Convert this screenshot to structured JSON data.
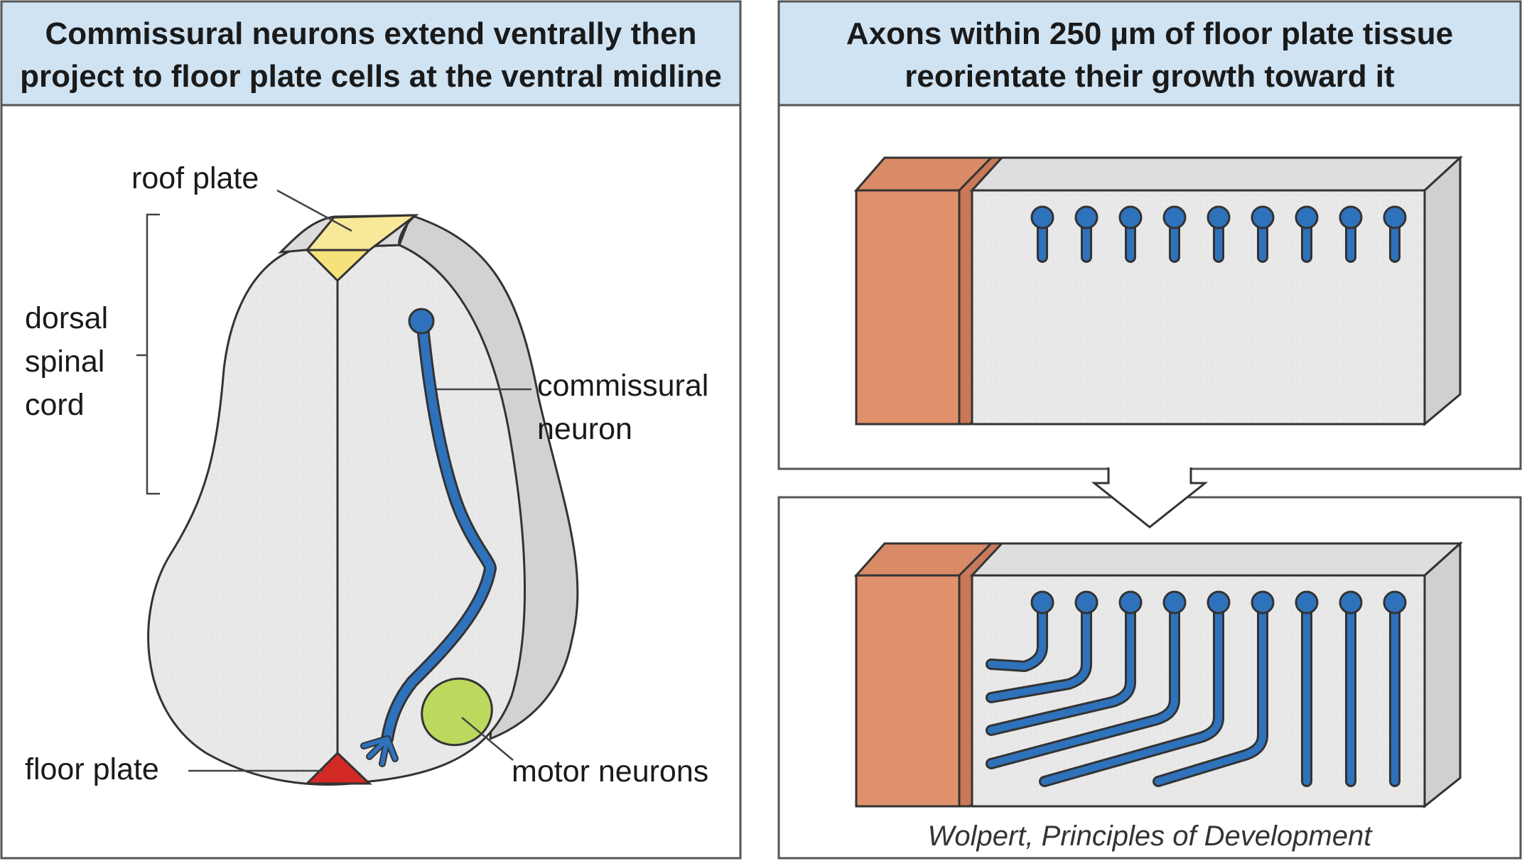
{
  "left_panel": {
    "title_line1": "Commissural neurons extend ventrally then",
    "title_line2": "project to floor plate cells at the ventral midline",
    "labels": {
      "roof_plate": "roof plate",
      "dorsal_line1": "dorsal",
      "dorsal_line2": "spinal",
      "dorsal_line3": "cord",
      "commissural_line1": "commissural",
      "commissural_line2": "neuron",
      "floor_plate": "floor plate",
      "motor_neurons": "motor neurons"
    }
  },
  "right_panel": {
    "title_line1": "Axons within 250 µm of floor plate tissue",
    "title_line2": "reorientate their growth toward it",
    "caption": "Wolpert, Principles of Development"
  },
  "colors": {
    "header_bg": "#cfe3f3",
    "tissue_gray": "#e6e6e6",
    "side_gray": "#d2d2d2",
    "floor_plate_tissue": "#e0916c",
    "roof_plate": "#f6e27a",
    "floor_plate_red": "#d42a26",
    "motor_neurons_green": "#bcd95e",
    "axon_blue": "#2f72bc"
  },
  "icons": {
    "transition_arrow": "down-arrow-icon"
  }
}
